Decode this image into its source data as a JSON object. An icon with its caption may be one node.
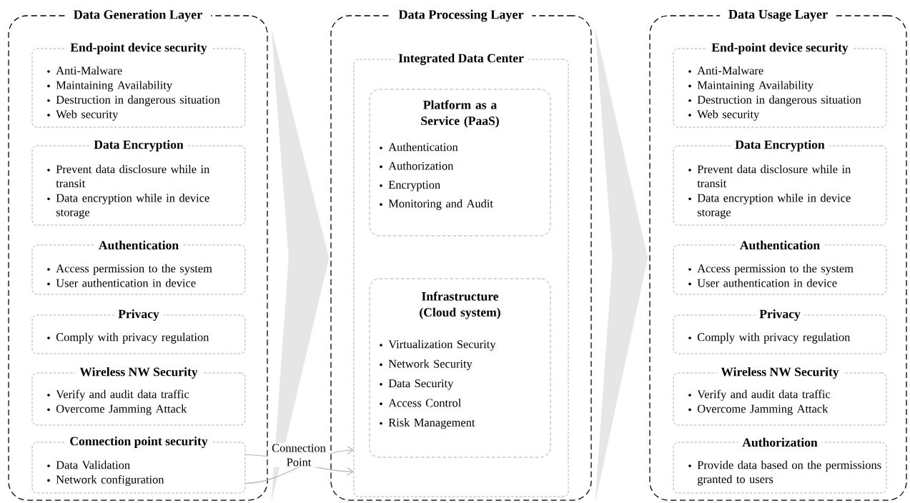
{
  "diagram": {
    "nodes": [
      {
        "text": [
          "Data Generation Layer"
        ]
      },
      {
        "text": [
          "End-point device security",
          "Anti-Malware",
          "Maintaining Availability",
          "Destruction in dangerous situation",
          "Web security"
        ],
        "in": 0
      },
      {
        "text": [
          "Data Encryption",
          "Prevent data disclosure while in transit",
          "Data encryption while in device storage"
        ],
        "in": 0
      },
      {
        "text": [
          "Authentication",
          "Access permission to the system",
          "User authentication in device"
        ],
        "in": 0
      },
      {
        "text": [
          "Privacy",
          "Comply with privacy regulation"
        ],
        "in": 0
      },
      {
        "text": [
          "Wireless NW Security",
          "Verify and audit data traffic",
          "Overcome Jamming Attack"
        ],
        "in": 0
      },
      {
        "text": [
          "Connection point security",
          "Data Validation",
          "Network configuration"
        ],
        "in": 0
      },
      {
        "text": [
          "Data Processing Layer"
        ]
      },
      {
        "text": [
          "Integrated Data Center"
        ],
        "in": 7
      },
      {
        "text": [
          "Platform as a Service (PaaS)",
          "Authentication",
          "Authorization",
          "Encryption",
          "Monitoring and Audit"
        ],
        "in": 8
      },
      {
        "text": [
          "Infrastructure (Cloud system)",
          "Virtualization Security",
          "Network Security",
          "Data Security",
          "Access Control",
          "Risk Management"
        ],
        "in": 8
      },
      {
        "text": [
          "Data Usage Layer"
        ]
      },
      {
        "text": [
          "End-point device security",
          "Anti-Malware",
          "Maintaining Availability",
          "Destruction in dangerous situation",
          "Web security"
        ],
        "in": 11
      },
      {
        "text": [
          "Data Encryption",
          "Prevent data disclosure while in transit",
          "Data encryption while in device storage"
        ],
        "in": 11
      },
      {
        "text": [
          "Authentication",
          "Access permission to the system",
          "User authentication in device"
        ],
        "in": 11
      },
      {
        "text": [
          "Privacy",
          "Comply with privacy regulation"
        ],
        "in": 11
      },
      {
        "text": [
          "Wireless NW Security",
          "Verify and audit data traffic",
          "Overcome Jamming Attack"
        ],
        "in": 11
      },
      {
        "text": [
          "Authorization",
          "Provide data based on the permissions granted to users"
        ],
        "in": 11
      }
    ],
    "edges": [
      {
        "from": 0,
        "to": 7,
        "arrow": "to",
        "style": "thick",
        "color": "#e6e6e6"
      },
      {
        "from": 7,
        "to": 11,
        "arrow": "to",
        "style": "thick",
        "color": "#e6e6e6"
      },
      {
        "from": 6,
        "to": 8,
        "arrow": "to",
        "label": "Connection Point",
        "color": "#b3b3b3"
      },
      {
        "from": 6,
        "to": 8,
        "arrow": "to",
        "color": "#b3b3b3"
      }
    ]
  }
}
